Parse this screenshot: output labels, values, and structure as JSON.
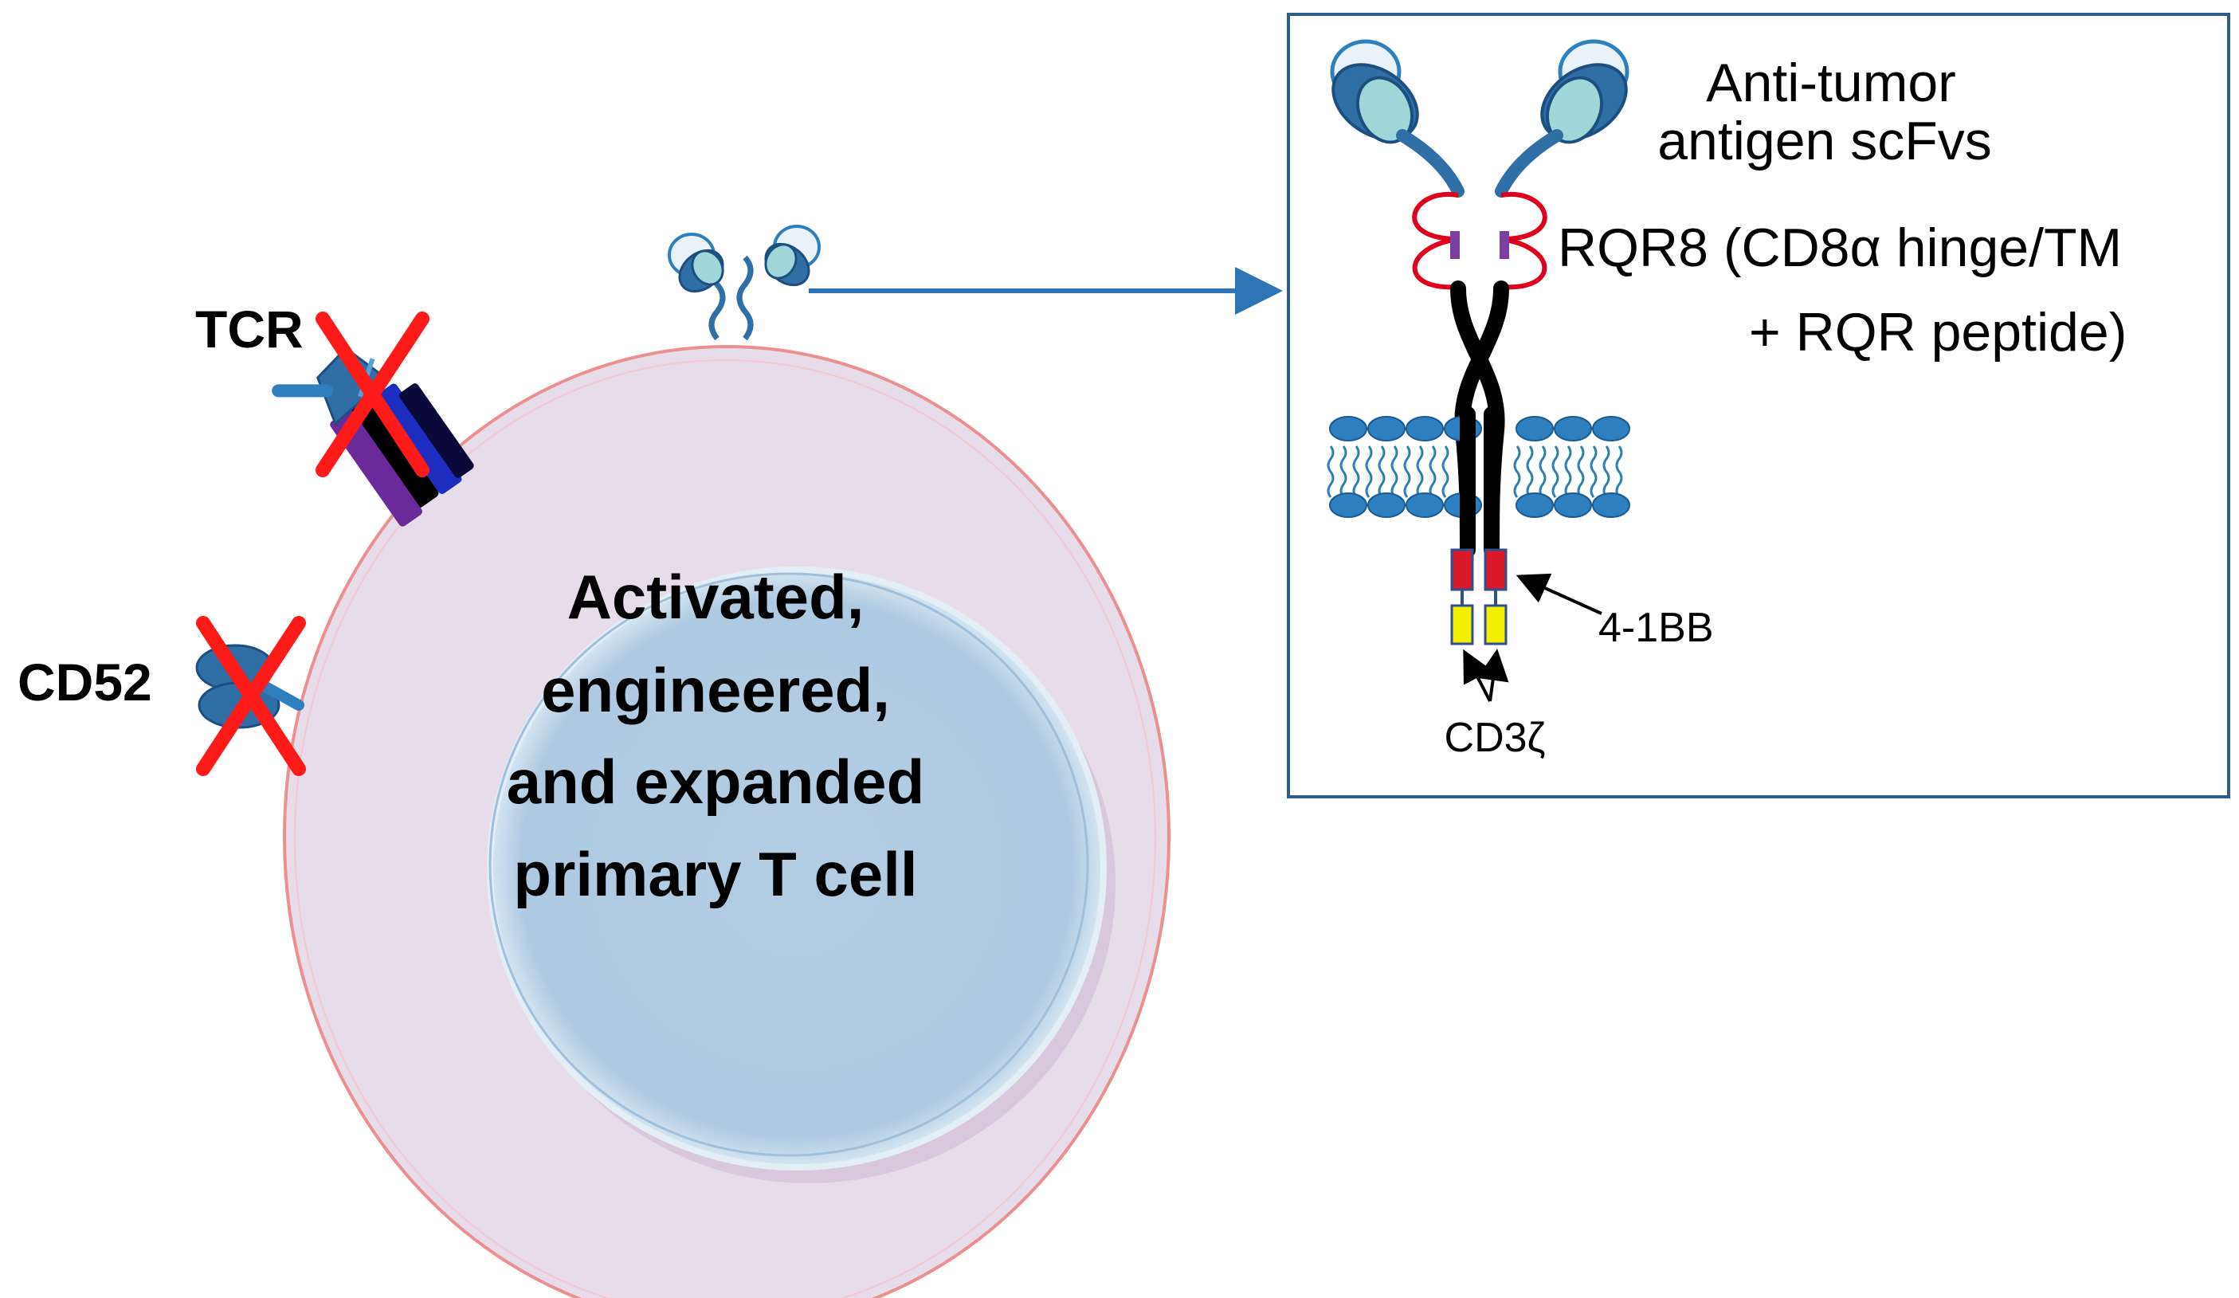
{
  "labels": {
    "tcr": "TCR",
    "cd52": "CD52",
    "cell_line1": "Activated,",
    "cell_line2": "engineered,",
    "cell_line3": "and expanded",
    "cell_line4": "primary T cell",
    "scfv_line1": "Anti-tumor",
    "scfv_line2": "antigen scFvs",
    "rqr8_line1": "RQR8 (CD8α hinge/TM",
    "rqr8_line2": "+ RQR peptide)",
    "costim": "4-1BB",
    "cd3z": "CD3ζ"
  },
  "colors": {
    "cell_membrane": "#ec8f8f",
    "cell_body": "#e7dcea",
    "nucleus": "#b3cde3",
    "receptor_blue": "#2f6fa6",
    "scfv_light": "#9fd7d9",
    "knockout_x": "#ff1a1a",
    "arrow_blue": "#2e75b6",
    "box_border": "#2e5d8a",
    "rqr_red": "#e0001b",
    "hinge_purple": "#7a3fa0",
    "domain_red": "#d7192a",
    "domain_yellow": "#f2ee00"
  }
}
